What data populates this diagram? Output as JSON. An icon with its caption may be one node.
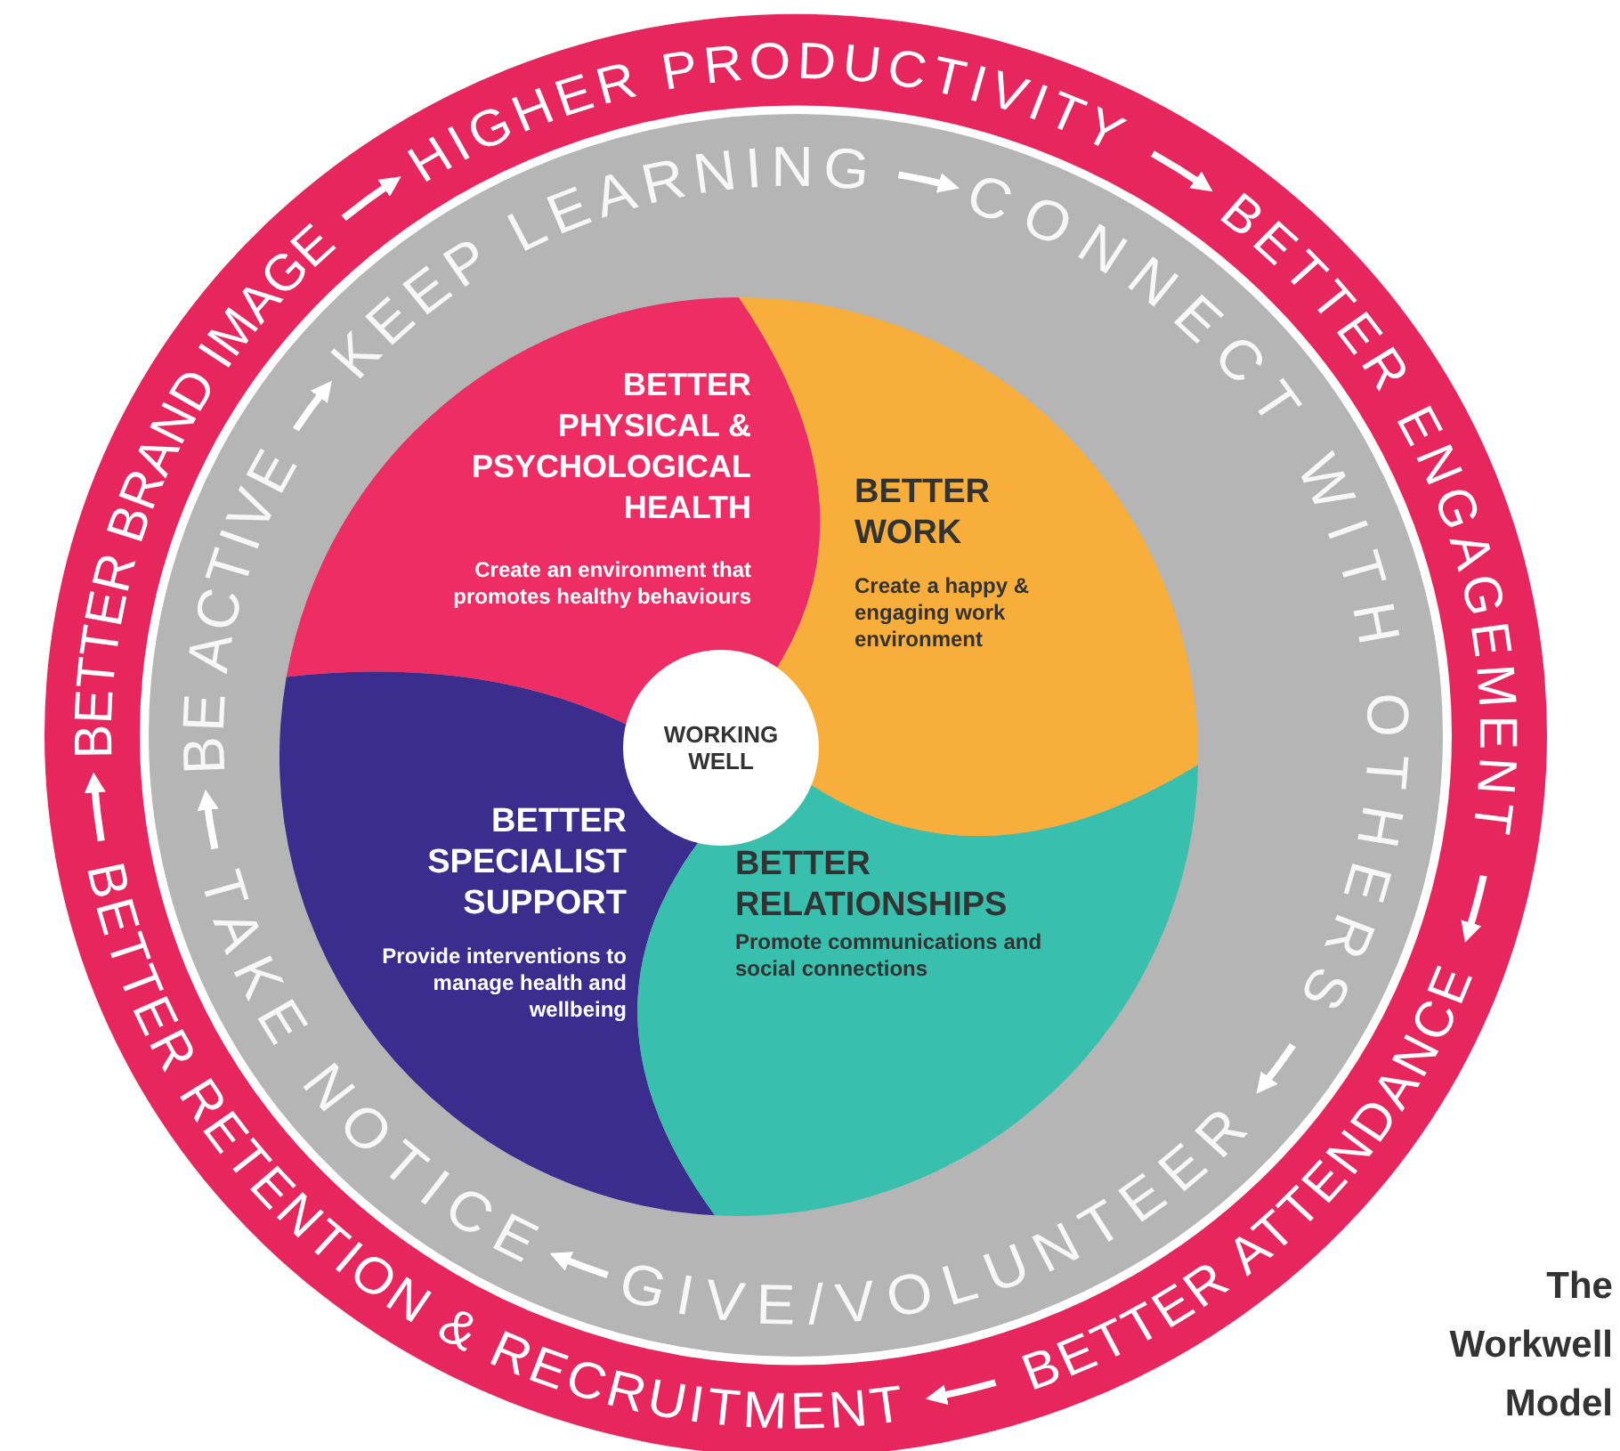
{
  "diagram": {
    "caption": "The Workwell Model",
    "nodes": [
      {
        "text": [
          "BETTER BRAND IMAGE"
        ]
      },
      {
        "text": [
          "HIGHER PRODUCTIVITY"
        ]
      },
      {
        "text": [
          "BETTER ENGAGEMENT"
        ]
      },
      {
        "text": [
          "BETTER ATTENDANCE"
        ]
      },
      {
        "text": [
          "BETTER RETENTION & RECRUITMENT"
        ]
      },
      {
        "text": [
          "BE ACTIVE"
        ]
      },
      {
        "text": [
          "KEEP LEARNING"
        ]
      },
      {
        "text": [
          "CONNECT WITH OTHERS"
        ]
      },
      {
        "text": [
          "GIVE/VOLUNTEER"
        ]
      },
      {
        "text": [
          "TAKE NOTICE"
        ]
      },
      {
        "text": [
          "BETTER PHYSICAL & PSYCHOLOGICAL HEALTH",
          "Create an environment that promotes healthy behaviours"
        ]
      },
      {
        "text": [
          "BETTER WORK",
          "Create a happy & engaging work environment"
        ]
      },
      {
        "text": [
          "WORKING WELL"
        ]
      },
      {
        "text": [
          "BETTER SPECIALIST SUPPORT",
          "Provide interventions to manage health and wellbeing"
        ]
      },
      {
        "text": [
          "BETTER RELATIONSHIPS",
          "Promote communications and social connections"
        ]
      }
    ],
    "edges": [
      {
        "from": 0,
        "to": 1,
        "arrow": "to"
      },
      {
        "from": 1,
        "to": 2,
        "arrow": "to"
      },
      {
        "from": 2,
        "to": 3,
        "arrow": "to"
      },
      {
        "from": 3,
        "to": 4,
        "arrow": "to"
      },
      {
        "from": 4,
        "to": 0,
        "arrow": "to"
      },
      {
        "from": 5,
        "to": 6,
        "arrow": "to"
      },
      {
        "from": 6,
        "to": 7,
        "arrow": "to"
      },
      {
        "from": 7,
        "to": 8,
        "arrow": "to"
      },
      {
        "from": 8,
        "to": 9,
        "arrow": "to"
      },
      {
        "from": 9,
        "to": 5,
        "arrow": "to"
      }
    ]
  }
}
